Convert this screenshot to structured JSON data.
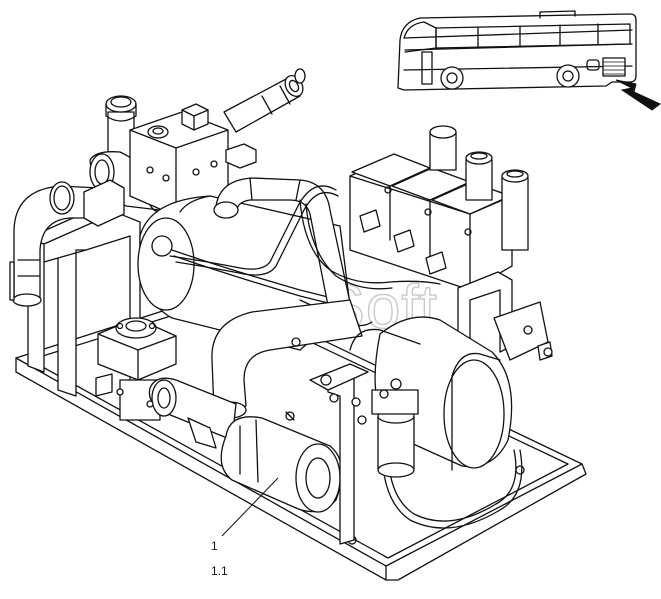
{
  "watermark": {
    "text": "AutoSoft"
  },
  "callouts": [
    {
      "id": "part-number",
      "text": "1"
    },
    {
      "id": "part-subnumber",
      "text": "1.1"
    }
  ]
}
